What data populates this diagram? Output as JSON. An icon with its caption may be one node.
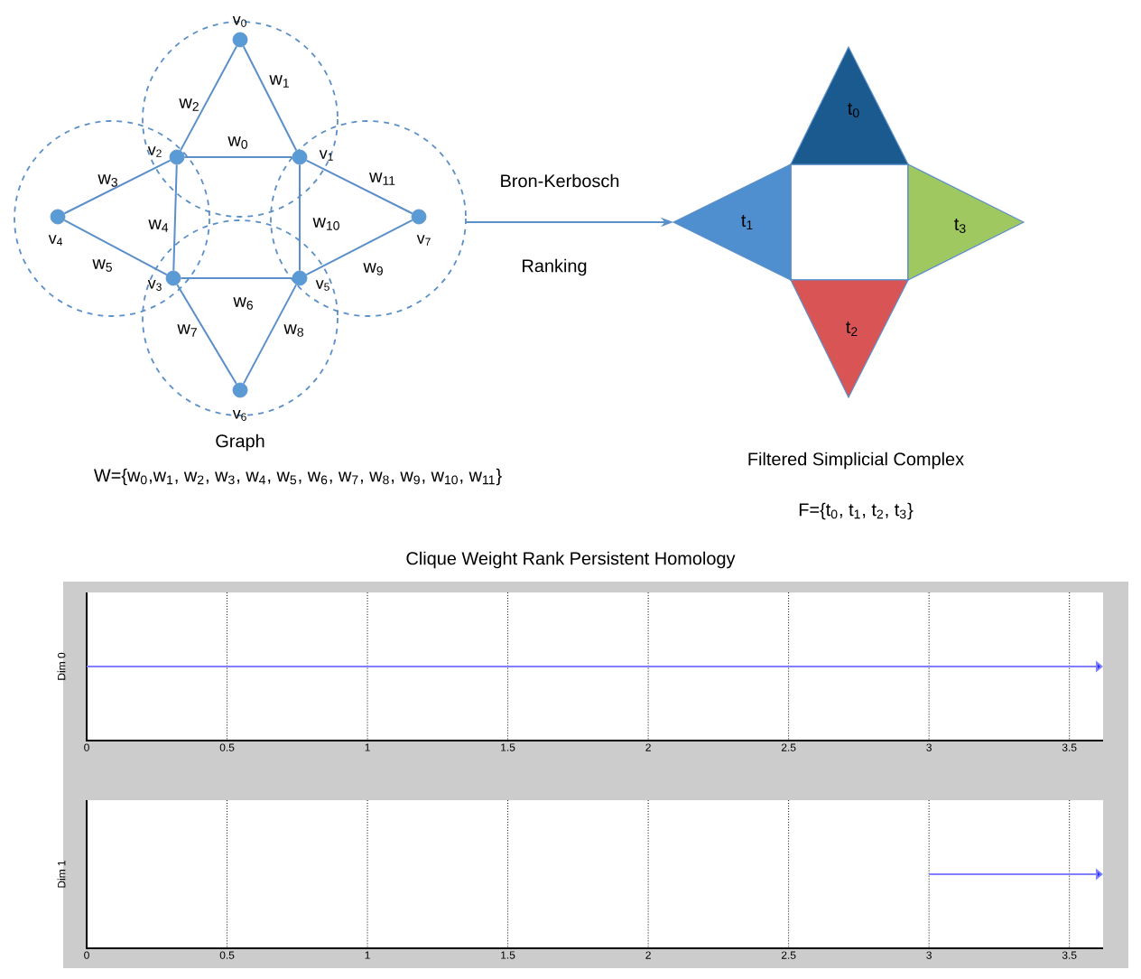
{
  "diagram": {
    "nodes": [
      {
        "text": [],
        "shape": "circle",
        "beside": [
          "v$_{0}$"
        ]
      },
      {
        "text": [],
        "shape": "circle",
        "beside": [
          "v$_{1}$"
        ]
      },
      {
        "text": [],
        "shape": "circle",
        "beside": [
          "v$_{2}$"
        ]
      },
      {
        "text": [],
        "shape": "circle",
        "beside": [
          "v$_{3}$"
        ]
      },
      {
        "text": [],
        "shape": "circle",
        "beside": [
          "v$_{4}$"
        ]
      },
      {
        "text": [],
        "shape": "circle",
        "beside": [
          "v$_{5}$"
        ]
      },
      {
        "text": [],
        "shape": "circle",
        "beside": [
          "v$_{6}$"
        ]
      },
      {
        "text": [],
        "shape": "circle",
        "beside": [
          "v$_{7}$"
        ]
      },
      {
        "text": [
          "t$_{0}$"
        ]
      },
      {
        "text": [
          "t$_{1}$"
        ]
      },
      {
        "text": [
          "t$_{2}$"
        ]
      },
      {
        "text": [
          "t$_{3}$"
        ]
      }
    ],
    "edges": [
      {
        "from": 2,
        "to": 1,
        "arrow": "none",
        "label": "w$_{0}$"
      },
      {
        "from": 0,
        "to": 1,
        "arrow": "none",
        "label": "w$_{1}$"
      },
      {
        "from": 0,
        "to": 2,
        "arrow": "none",
        "label": "w$_{2}$"
      },
      {
        "from": 2,
        "to": 4,
        "arrow": "none",
        "label": "w$_{3}$"
      },
      {
        "from": 2,
        "to": 3,
        "arrow": "none",
        "label": "w$_{4}$"
      },
      {
        "from": 4,
        "to": 3,
        "arrow": "none",
        "label": "w$_{5}$"
      },
      {
        "from": 3,
        "to": 5,
        "arrow": "none",
        "label": "w$_{6}$"
      },
      {
        "from": 3,
        "to": 6,
        "arrow": "none",
        "label": "w$_{7}$"
      },
      {
        "from": 5,
        "to": 6,
        "arrow": "none",
        "label": "w$_{8}$"
      },
      {
        "from": 5,
        "to": 7,
        "arrow": "none",
        "label": "w$_{9}$"
      },
      {
        "from": 1,
        "to": 5,
        "arrow": "none",
        "label": "w$_{10}$"
      },
      {
        "from": 1,
        "to": 7,
        "arrow": "none",
        "label": "w$_{11}$"
      },
      {
        "from": null,
        "to": 9,
        "arrow": "to",
        "label": "Bron-Kerbosch"
      }
    ],
    "labels": [
      "Ranking",
      "Graph",
      "W={w$_{0}$,w$_{1}$, w$_{2}$, w$_{3}$, w$_{4}$, w$_{5}$, w$_{6}$, w$_{7}$, w$_{8}$, w$_{9}$, w$_{10}$, w$_{11}$}",
      "Filtered Simplicial Complex",
      "F={t$_{0}$, t$_{1}$, t$_{2}$, t$_{3}$}",
      "Clique Weight Rank Persistent Homology",
      "Dim 0",
      "0",
      "0.5",
      "1",
      "1.5",
      "2",
      "2.5",
      "3",
      "3.5",
      "Dim 1",
      "0",
      "0.5",
      "1",
      "1.5",
      "2",
      "2.5",
      "3",
      "3.5"
    ]
  }
}
